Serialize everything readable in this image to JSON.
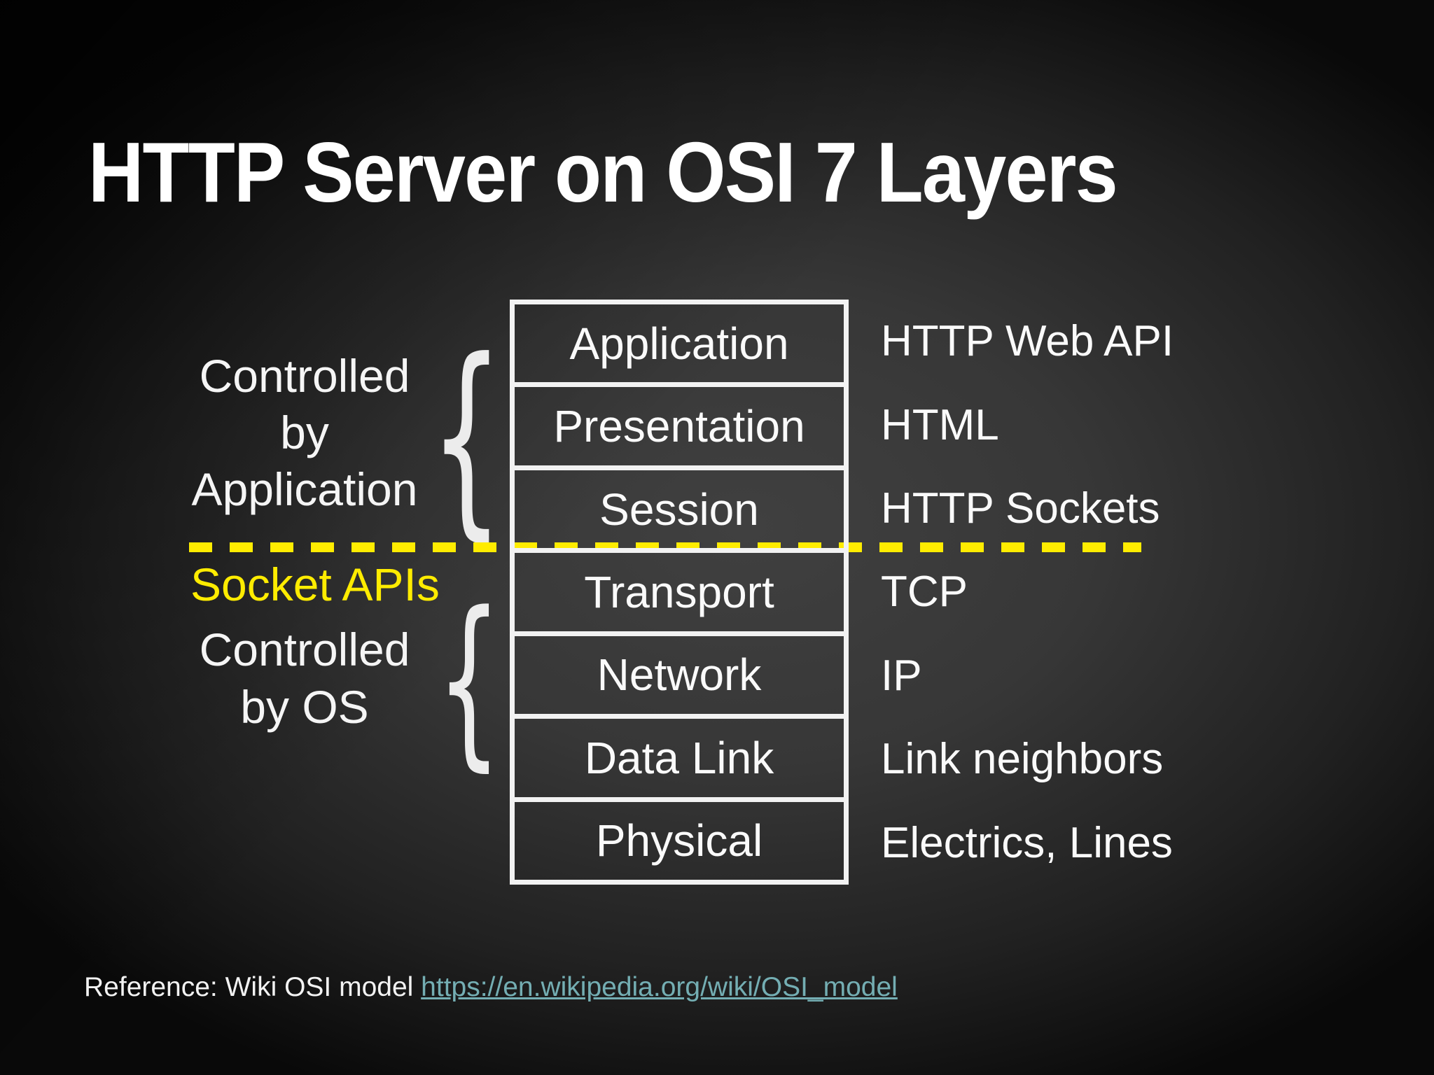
{
  "slide": {
    "title": "HTTP Server on OSI 7 Layers"
  },
  "osi_stack": {
    "layers": [
      {
        "name": "Application",
        "implementation": "HTTP Web API"
      },
      {
        "name": "Presentation",
        "implementation": "HTML"
      },
      {
        "name": "Session",
        "implementation": "HTTP Sockets"
      },
      {
        "name": "Transport",
        "implementation": "TCP"
      },
      {
        "name": "Network",
        "implementation": "IP"
      },
      {
        "name": "Data Link",
        "implementation": "Link neighbors"
      },
      {
        "name": "Physical",
        "implementation": "Electrics, Lines"
      }
    ]
  },
  "annotations": {
    "controlled_by_application": {
      "line1": "Controlled",
      "line2": "by",
      "line3": "Application"
    },
    "socket_apis_label": "Socket APIs",
    "controlled_by_os": {
      "line1": "Controlled",
      "line2": "by OS"
    },
    "brace_glyph": "{"
  },
  "footer": {
    "prefix": "Reference: Wiki OSI model ",
    "link_text": "https://en.wikipedia.org/wiki/OSI_model"
  },
  "colors": {
    "divider_yellow": "#ffec00",
    "socket_label_yellow": "#ffec00",
    "link_teal": "#74aeb3",
    "box_border_white": "#f2f2f2",
    "text_white": "#fafafa",
    "background_center": "#3e3e3e",
    "background_edge": "#0a0a0a"
  }
}
